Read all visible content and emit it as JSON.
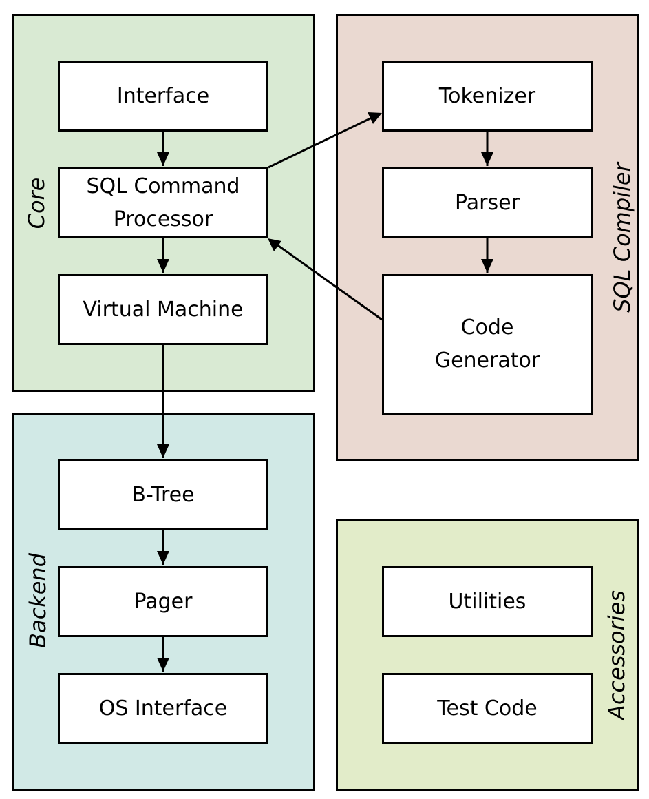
{
  "colors": {
    "core": "#d9ead3",
    "sql_compiler": "#ead9d1",
    "backend": "#d1e9e6",
    "accessories": "#e2ecc9",
    "node_fill": "#ffffff",
    "stroke": "#000000"
  },
  "groups": {
    "core": {
      "label": "Core"
    },
    "sql_compiler": {
      "label": "SQL Compiler"
    },
    "backend": {
      "label": "Backend"
    },
    "accessories": {
      "label": "Accessories"
    }
  },
  "nodes": {
    "interface": {
      "label": "Interface"
    },
    "sql_command_processor": {
      "line1": "SQL Command",
      "line2": "Processor"
    },
    "virtual_machine": {
      "label": "Virtual Machine"
    },
    "tokenizer": {
      "label": "Tokenizer"
    },
    "parser": {
      "label": "Parser"
    },
    "code_generator": {
      "line1": "Code",
      "line2": "Generator"
    },
    "b_tree": {
      "label": "B-Tree"
    },
    "pager": {
      "label": "Pager"
    },
    "os_interface": {
      "label": "OS Interface"
    },
    "utilities": {
      "label": "Utilities"
    },
    "test_code": {
      "label": "Test Code"
    }
  },
  "edges": [
    {
      "from": "Interface",
      "to": "SQL Command Processor"
    },
    {
      "from": "SQL Command Processor",
      "to": "Virtual Machine"
    },
    {
      "from": "SQL Command Processor",
      "to": "Tokenizer"
    },
    {
      "from": "Tokenizer",
      "to": "Parser"
    },
    {
      "from": "Parser",
      "to": "Code Generator"
    },
    {
      "from": "Code Generator",
      "to": "SQL Command Processor"
    },
    {
      "from": "Virtual Machine",
      "to": "B-Tree"
    },
    {
      "from": "B-Tree",
      "to": "Pager"
    },
    {
      "from": "Pager",
      "to": "OS Interface"
    }
  ]
}
